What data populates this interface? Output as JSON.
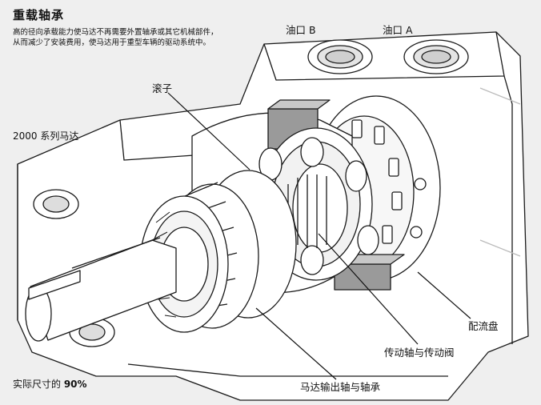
{
  "title": "重载轴承",
  "description": [
    "高的径向承载能力使马达不再需要外置轴承或其它机械部件，",
    "从而减少了安装费用，使马达用于重型车辆的驱动系统中。"
  ],
  "series": "2000 系列马达",
  "scale_note": {
    "prefix": "实际尺寸的 ",
    "value": "90%"
  },
  "labels": {
    "port_b": "油口 B",
    "port_a": "油口 A",
    "roller": "滚子",
    "valve_plate": "配流盘",
    "drive_shaft": "传动轴与传动阀",
    "output_shaft": "马达输出轴与轴承"
  },
  "colors": {
    "background": "#efefef",
    "line": "#1a1a1a",
    "body_fill": "#ffffff",
    "shade": "#9a9a9a"
  }
}
